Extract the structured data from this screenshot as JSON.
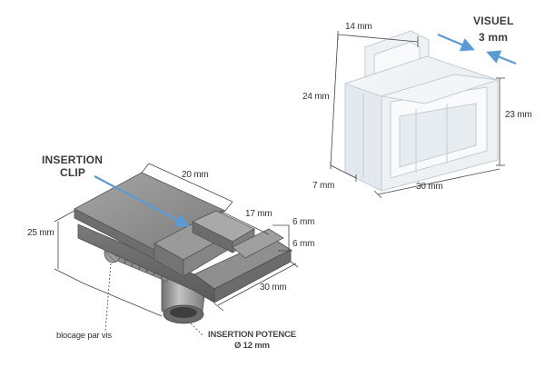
{
  "clip": {
    "dim_width": "20 mm",
    "dim_depth": "17 mm",
    "dim_height": "25 mm",
    "dim_lip_1": "6 mm",
    "dim_lip_2": "6 mm",
    "dim_base": "30 mm",
    "insertion_clip": [
      "INSERTION",
      "CLIP"
    ],
    "locking_note": "blocage par vis",
    "potence_note": [
      "INSERTION POTENCE",
      "Ø 12 mm"
    ]
  },
  "holder": {
    "dim_top": "14 mm",
    "dim_left": "24 mm",
    "dim_right": "23 mm",
    "dim_bottom": "30 mm",
    "dim_depth": "7 mm",
    "visual_label": [
      "VISUEL",
      "3 mm"
    ]
  },
  "colors": {
    "arrow": "#5b9bd5",
    "clip_body": "#8c8c8c",
    "clip_dark": "#5e5e5e",
    "clip_light": "#b9b9b9",
    "holder_line": "#c8d0d8",
    "holder_fill": "#eef2f5",
    "dimension_line": "#444444"
  }
}
